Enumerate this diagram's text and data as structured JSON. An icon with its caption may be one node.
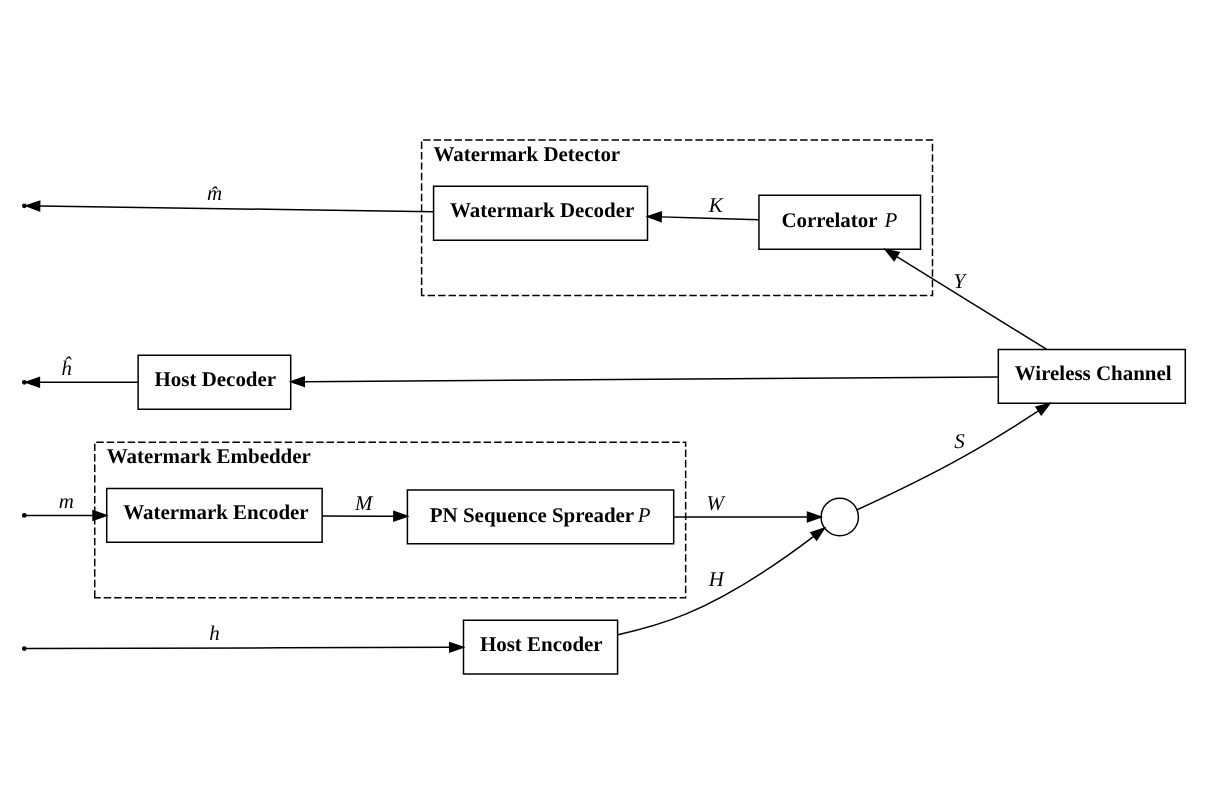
{
  "diagram": {
    "nodes": [
      {
        "text": [
          "Host Encoder"
        ]
      },
      {
        "text": [],
        "shape": "circle"
      },
      {
        "text": [
          "Watermark Embedder"
        ]
      },
      {
        "text": [
          "Watermark Encoder"
        ],
        "in": 2
      },
      {
        "text": [
          "PN Sequence Spreader",
          "P"
        ],
        "in": 2
      },
      {
        "text": [
          "Wireless Channel"
        ]
      },
      {
        "text": [
          "Watermark Detector"
        ]
      },
      {
        "text": [
          "Watermark Decoder"
        ],
        "in": 6
      },
      {
        "text": [
          "Correlator",
          "P"
        ],
        "in": 6
      },
      {
        "text": [
          "Host Decoder"
        ]
      }
    ],
    "edges": [
      {
        "from": null,
        "to": 0,
        "arrow": "to",
        "label": "h"
      },
      {
        "from": 0,
        "to": 1,
        "arrow": "to",
        "label": "H"
      },
      {
        "from": 4,
        "to": 1,
        "arrow": "to",
        "label": "W"
      },
      {
        "from": 1,
        "to": 5,
        "arrow": "to",
        "label": "S"
      },
      {
        "from": null,
        "to": 3,
        "arrow": "to",
        "label": "m"
      },
      {
        "from": 3,
        "to": 4,
        "arrow": "to",
        "label": "M"
      },
      {
        "from": 8,
        "to": 7,
        "arrow": "to",
        "label": "K"
      },
      {
        "from": 7,
        "to": null,
        "arrow": "to",
        "label": "m̂"
      },
      {
        "from": 5,
        "to": 8,
        "arrow": "to",
        "label": "Y"
      },
      {
        "from": 5,
        "to": 9,
        "arrow": "to"
      },
      {
        "from": 9,
        "to": null,
        "arrow": "to",
        "label": "ĥ"
      }
    ]
  }
}
